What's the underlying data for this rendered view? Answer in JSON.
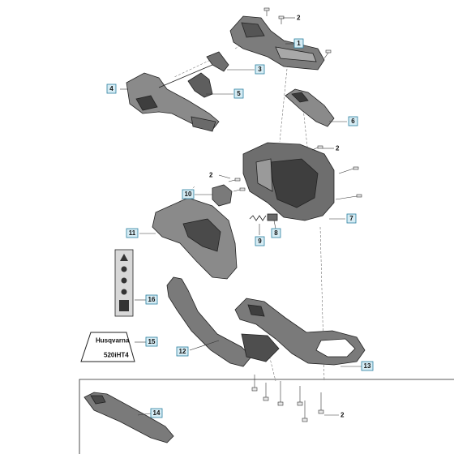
{
  "callouts": {
    "c1": "1",
    "c2a": "2",
    "c2b": "2",
    "c2c": "2",
    "c2d": "2",
    "c3": "3",
    "c4": "4",
    "c5": "5",
    "c6": "6",
    "c7": "7",
    "c8": "8",
    "c9": "9",
    "c10": "10",
    "c11": "11",
    "c12": "12",
    "c13": "13",
    "c14": "14",
    "c15": "15",
    "c16": "16"
  },
  "decal": {
    "brand": "Husqvarna",
    "model": "520iHT4"
  },
  "colors": {
    "part_fill": "#8a8a8a",
    "part_dark": "#4a4a4a",
    "callout_fill": "#d6ecf4",
    "callout_stroke": "#2a7fa0"
  }
}
